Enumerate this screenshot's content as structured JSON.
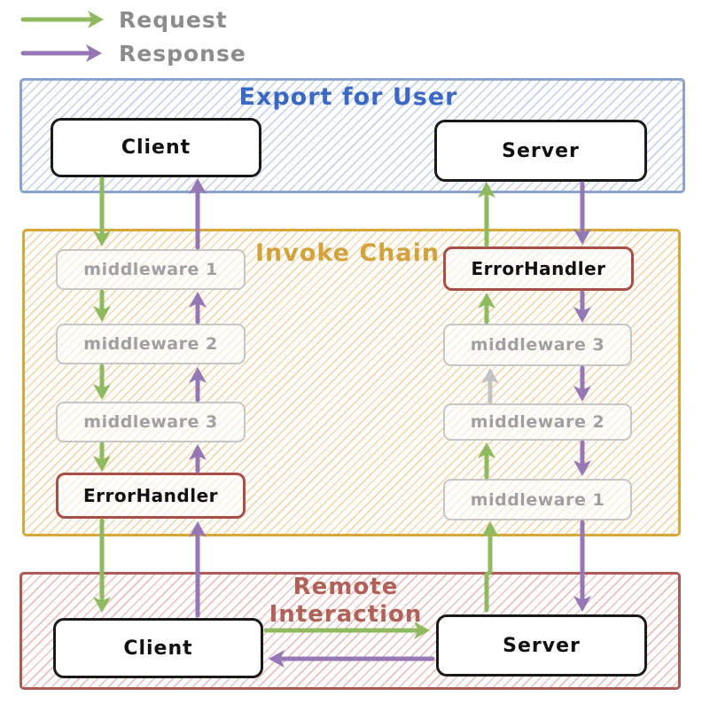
{
  "legend": {
    "items": [
      {
        "label": "Request",
        "color": "#8fba60"
      },
      {
        "label": "Response",
        "color": "#9677b5"
      }
    ]
  },
  "sections": {
    "export_for_user": {
      "title": "Export for User",
      "client_label": "Client",
      "server_label": "Server"
    },
    "invoke_chain": {
      "title": "Invoke Chain",
      "left_chain": [
        {
          "label": "middleware 1"
        },
        {
          "label": "middleware 2"
        },
        {
          "label": "middleware 3"
        },
        {
          "label": "ErrorHandler"
        }
      ],
      "right_chain": [
        {
          "label": "ErrorHandler"
        },
        {
          "label": "middleware 3"
        },
        {
          "label": "middleware 2"
        },
        {
          "label": "middleware 1"
        }
      ]
    },
    "remote_interaction": {
      "title": "Remote Interaction",
      "title_lines": [
        "Remote",
        "Interaction"
      ],
      "client_label": "Client",
      "server_label": "Server"
    }
  },
  "colors": {
    "request_green": "#8fba60",
    "response_purple": "#9677b5",
    "inactive_gray": "#c3c3c3",
    "export_border": "#8ba3cf",
    "export_hatch": "#c9d6ee",
    "export_title": "#3b68c5",
    "invoke_border": "#d8a839",
    "invoke_hatch": "#f6d7ab",
    "invoke_title": "#d2a33c",
    "remote_border": "#b05a55",
    "remote_hatch": "#ecc0bc",
    "remote_title": "#b26158",
    "middleware_border": "#c6c6c6",
    "middleware_text": "#a0a0a0",
    "error_handler_border": "#a85048"
  }
}
